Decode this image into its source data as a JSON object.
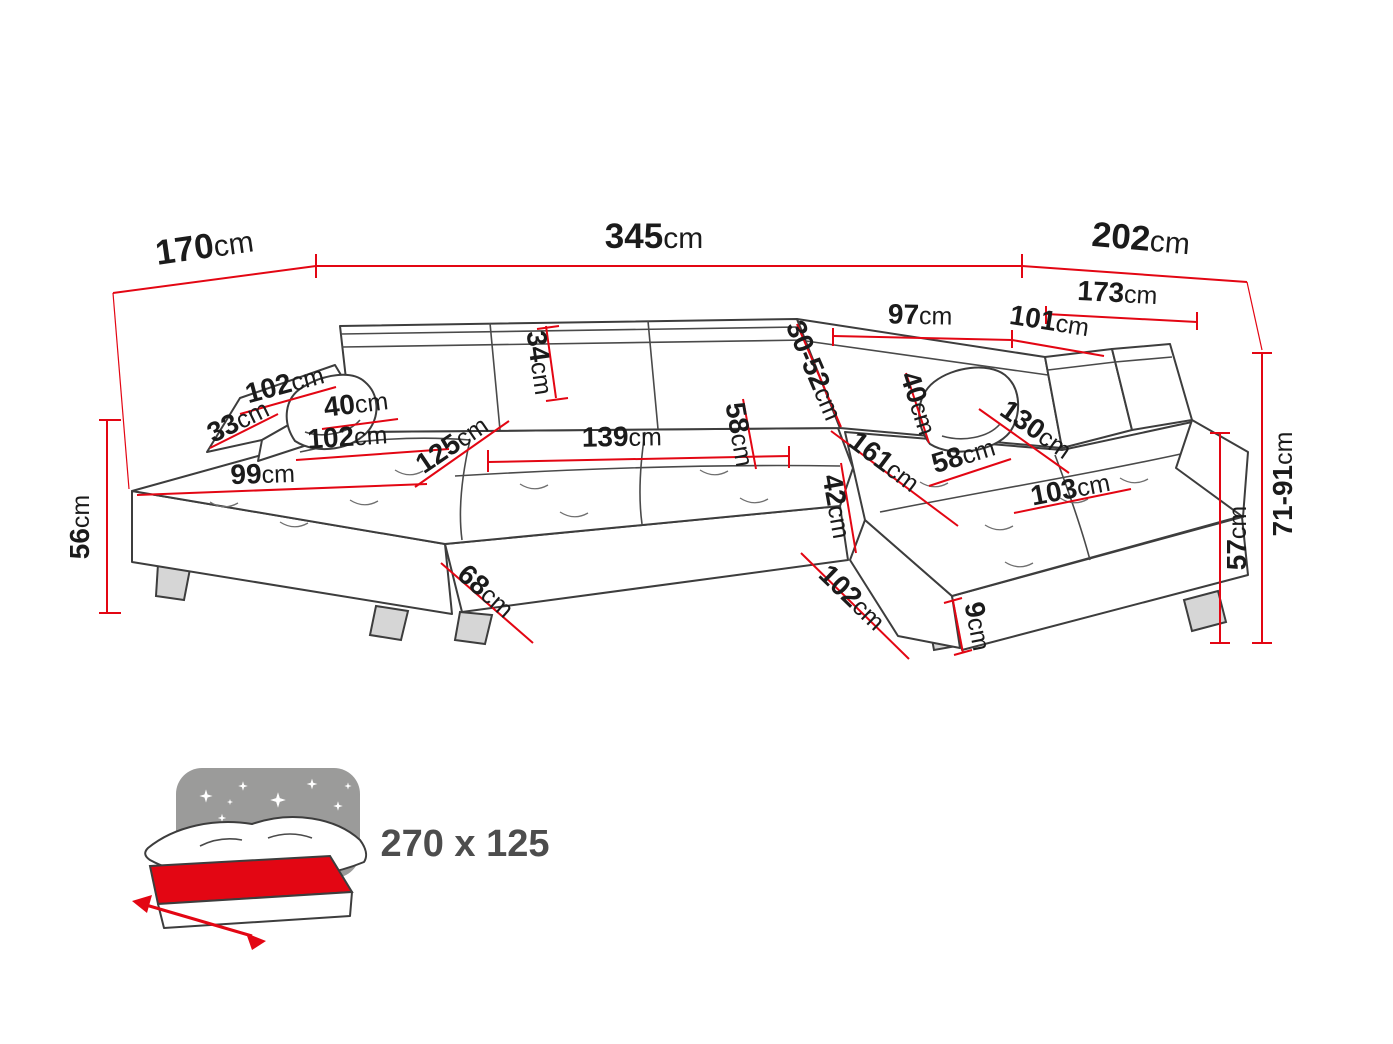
{
  "diagram": {
    "type": "corner-sofa-dimension-diagram",
    "unit": "cm",
    "colors": {
      "dimension_red": "#e30613",
      "outline_dark": "#3d3d3d",
      "icon_gray": "#9b9b9a",
      "label_text": "#1b1b1b",
      "sleeping_label_gray": "#4d4d4d"
    },
    "dims": {
      "back_depth_left": {
        "v": "170",
        "u": "cm"
      },
      "width_main": {
        "v": "345",
        "u": "cm"
      },
      "width_right": {
        "v": "202",
        "u": "cm"
      },
      "right_depth_inner": {
        "v": "173",
        "u": "cm"
      },
      "right_back_97": {
        "v": "97",
        "u": "cm"
      },
      "right_back_101": {
        "v": "101",
        "u": "cm"
      },
      "backrest_30_52": {
        "v": "30-52",
        "u": "cm"
      },
      "backrest_34": {
        "v": "34",
        "u": "cm"
      },
      "arm_102": {
        "v": "102",
        "u": "cm"
      },
      "arm_33": {
        "v": "33",
        "u": "cm"
      },
      "pillow_left_40": {
        "v": "40",
        "u": "cm"
      },
      "seat_left_102": {
        "v": "102",
        "u": "cm"
      },
      "chaise_125": {
        "v": "125",
        "u": "cm"
      },
      "seat_139": {
        "v": "139",
        "u": "cm"
      },
      "seat_depth_58": {
        "v": "58",
        "u": "cm"
      },
      "chaise_front_99": {
        "v": "99",
        "u": "cm"
      },
      "height_56": {
        "v": "56",
        "u": "cm"
      },
      "seat_height_42": {
        "v": "42",
        "u": "cm"
      },
      "right_seat_161": {
        "v": "161",
        "u": "cm"
      },
      "pillow_right_40": {
        "v": "40",
        "u": "cm"
      },
      "right_seat_58": {
        "v": "58",
        "u": "cm"
      },
      "right_seat_130": {
        "v": "130",
        "u": "cm"
      },
      "right_seat_103": {
        "v": "103",
        "u": "cm"
      },
      "back_height_71_91": {
        "v": "71-91",
        "u": "cm"
      },
      "side_height_57": {
        "v": "57",
        "u": "cm"
      },
      "front_edge_68": {
        "v": "68",
        "u": "cm"
      },
      "front_edge_102": {
        "v": "102",
        "u": "cm"
      },
      "leg_height_9": {
        "v": "9",
        "u": "cm"
      }
    },
    "sleeping_area": {
      "label": "270 x 125"
    }
  }
}
